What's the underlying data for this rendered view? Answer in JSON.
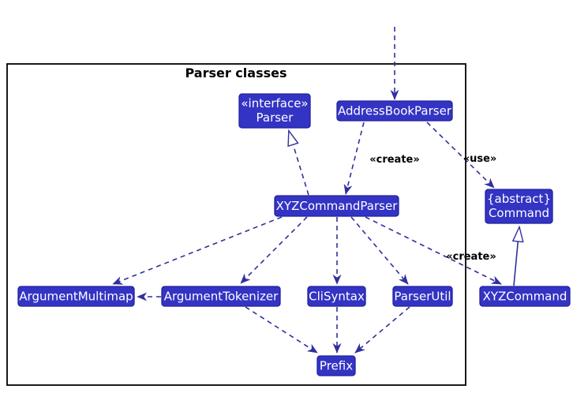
{
  "diagram": {
    "title": "Parser classes",
    "colors": {
      "background": "#FFFFFF",
      "frame_border": "#000000",
      "label_text": "#000000",
      "box_fill": "#3333C4",
      "box_border": "#22229E",
      "box_text": "#FFFFFF",
      "arrow": "#30309F"
    },
    "nodes": [
      {
        "id": "parser-interface",
        "stereotype": "«interface»",
        "name": "Parser"
      },
      {
        "id": "address-book-parser",
        "name": "AddressBookParser"
      },
      {
        "id": "xyz-command-parser",
        "name": "XYZCommandParser"
      },
      {
        "id": "command",
        "stereotype": "{abstract}",
        "name": "Command"
      },
      {
        "id": "argument-multimap",
        "name": "ArgumentMultimap"
      },
      {
        "id": "argument-tokenizer",
        "name": "ArgumentTokenizer"
      },
      {
        "id": "cli-syntax",
        "name": "CliSyntax"
      },
      {
        "id": "parser-util",
        "name": "ParserUtil"
      },
      {
        "id": "xyz-command",
        "name": "XYZCommand"
      },
      {
        "id": "prefix",
        "name": "Prefix"
      }
    ],
    "edge_labels": {
      "create_command_parser": "«create»",
      "use_command": "«use»",
      "create_command": "«create»"
    }
  }
}
